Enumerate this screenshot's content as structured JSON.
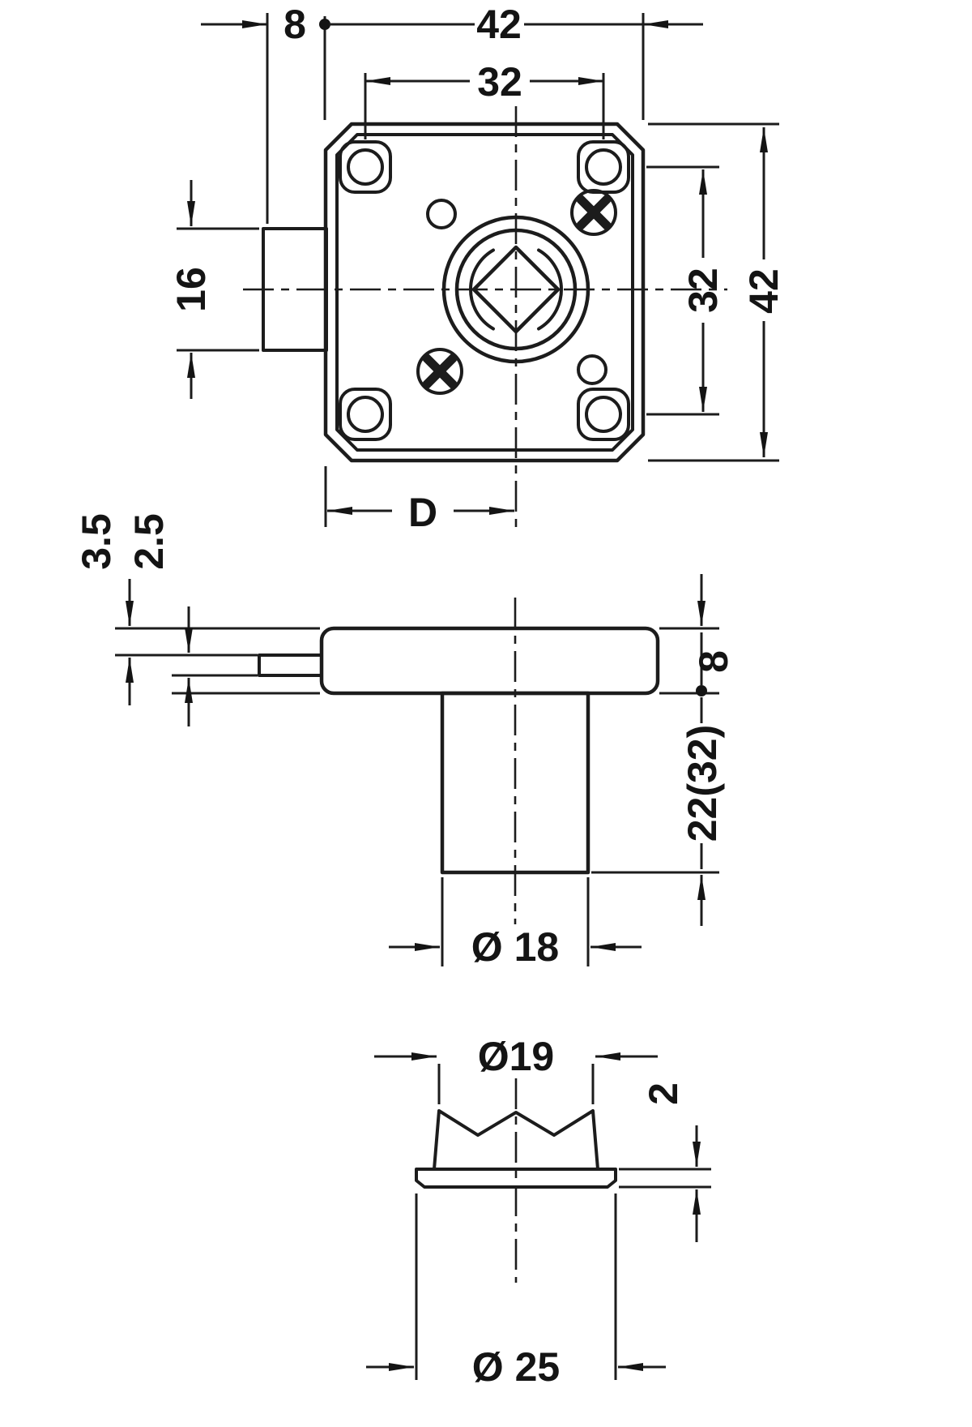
{
  "colors": {
    "ink": "#1c1c1c",
    "background": "#ffffff"
  },
  "drawing": {
    "front": {
      "dim8": "8",
      "dim42top": "42",
      "dim32top": "32",
      "dim16": "16",
      "dim32right": "32",
      "dim42right": "42",
      "dimD": "D"
    },
    "side": {
      "dim35": "3.5",
      "dim25": "2.5",
      "dim8": "8",
      "dim2232": "22(32)",
      "dia18": "Ø 18"
    },
    "sleeve": {
      "dia19": "Ø19",
      "dim2": "2",
      "dia25": "Ø 25"
    }
  }
}
